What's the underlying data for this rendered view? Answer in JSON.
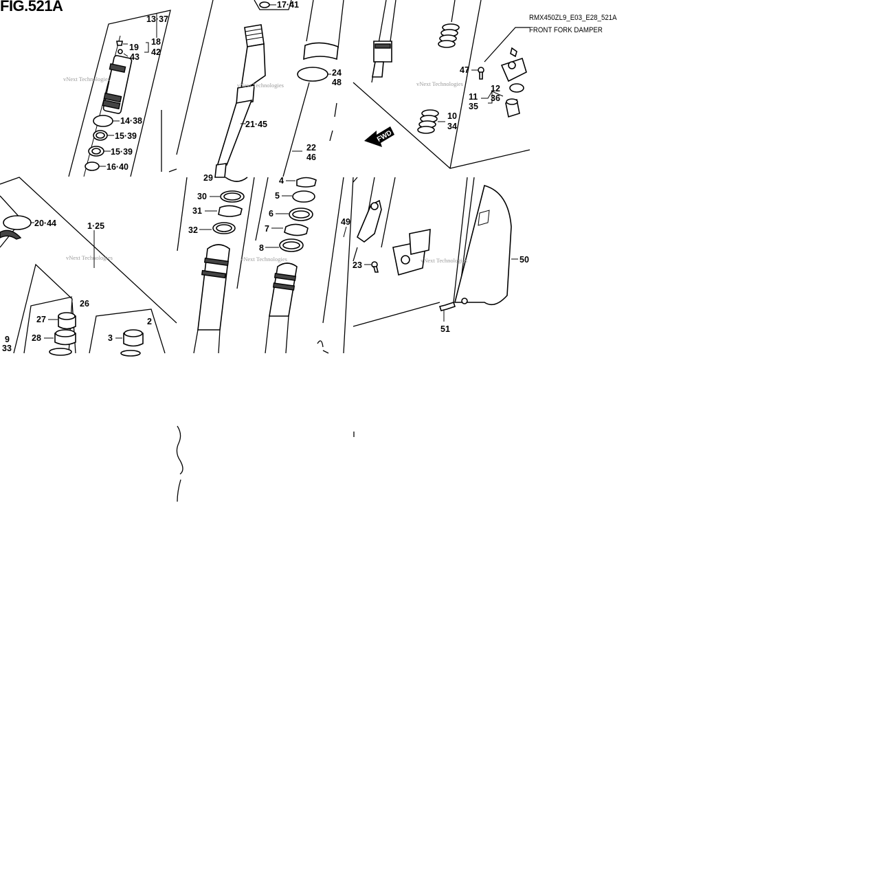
{
  "figure": {
    "title": "FIG.521A",
    "model_code": "RMX450ZL9_E03_E28_521A",
    "name": "FRONT FORK DAMPER",
    "watermark": "vNext Technologies",
    "direction_label": "FWD"
  },
  "callouts": [
    {
      "id": "c13",
      "text": "13·37"
    },
    {
      "id": "c18",
      "text": "18"
    },
    {
      "id": "c19",
      "text": "19"
    },
    {
      "id": "c42",
      "text": "42"
    },
    {
      "id": "c43",
      "text": "43"
    },
    {
      "id": "c14",
      "text": "14·38"
    },
    {
      "id": "c15a",
      "text": "15·39"
    },
    {
      "id": "c15b",
      "text": "15·39"
    },
    {
      "id": "c16",
      "text": "16·40"
    },
    {
      "id": "c17",
      "text": "17·41"
    },
    {
      "id": "c21",
      "text": "21·45"
    },
    {
      "id": "c24",
      "text": "24"
    },
    {
      "id": "c48",
      "text": "48"
    },
    {
      "id": "c22",
      "text": "22"
    },
    {
      "id": "c46",
      "text": "46"
    },
    {
      "id": "c47",
      "text": "47"
    },
    {
      "id": "c11",
      "text": "11"
    },
    {
      "id": "c35",
      "text": "35"
    },
    {
      "id": "c12",
      "text": "12"
    },
    {
      "id": "c36",
      "text": "36"
    },
    {
      "id": "c10",
      "text": "10"
    },
    {
      "id": "c34",
      "text": "34"
    },
    {
      "id": "c20",
      "text": "20·44"
    },
    {
      "id": "c1",
      "text": "1·25"
    },
    {
      "id": "c26",
      "text": "26"
    },
    {
      "id": "c27",
      "text": "27"
    },
    {
      "id": "c28",
      "text": "28"
    },
    {
      "id": "c2",
      "text": "2"
    },
    {
      "id": "c3",
      "text": "3"
    },
    {
      "id": "c9",
      "text": "9"
    },
    {
      "id": "c33",
      "text": "33"
    },
    {
      "id": "c29",
      "text": "29"
    },
    {
      "id": "c30",
      "text": "30"
    },
    {
      "id": "c31",
      "text": "31"
    },
    {
      "id": "c32",
      "text": "32"
    },
    {
      "id": "c4",
      "text": "4"
    },
    {
      "id": "c5",
      "text": "5"
    },
    {
      "id": "c6",
      "text": "6"
    },
    {
      "id": "c7",
      "text": "7"
    },
    {
      "id": "c8",
      "text": "8"
    },
    {
      "id": "c49",
      "text": "49"
    },
    {
      "id": "c23",
      "text": "23"
    },
    {
      "id": "c50",
      "text": "50"
    },
    {
      "id": "c51",
      "text": "51"
    }
  ]
}
